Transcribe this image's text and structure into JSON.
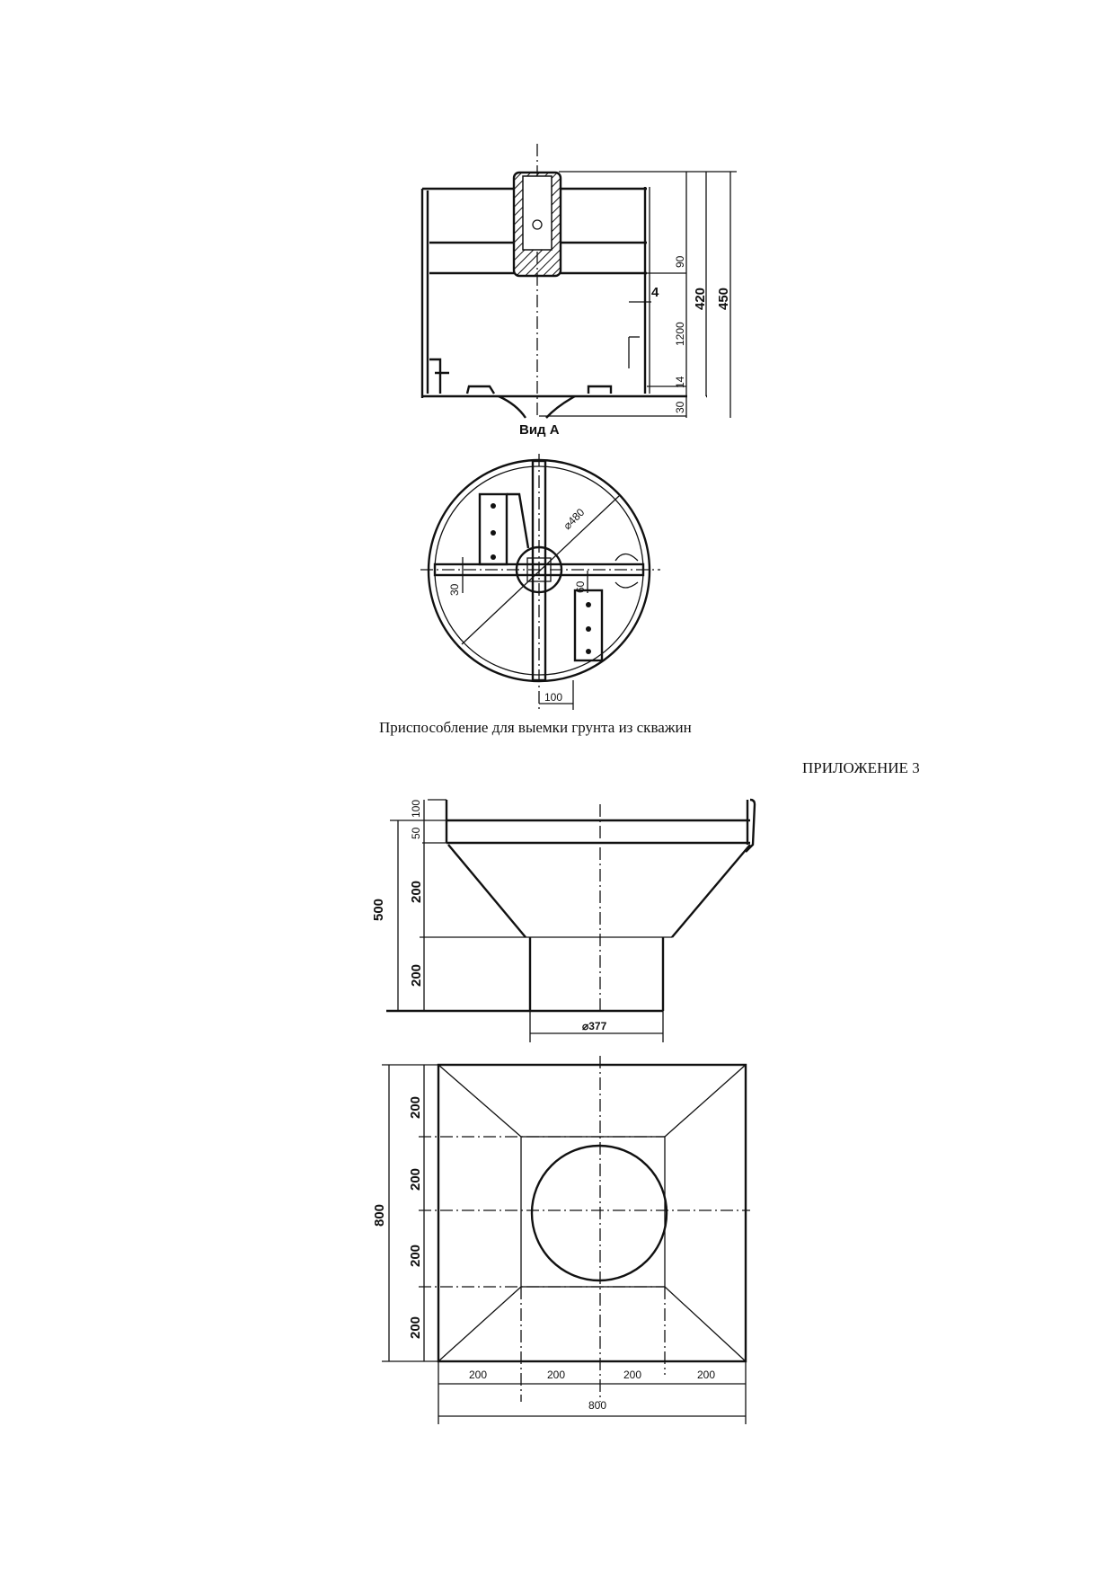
{
  "figure1": {
    "view_label": "Вид А",
    "dims_side": {
      "d90": "90",
      "d4": "4",
      "d1200": "1200",
      "d14": "14",
      "d30": "30",
      "d420": "420",
      "d450": "450"
    },
    "dims_plan": {
      "dia480": "⌀480",
      "d30": "30",
      "d60": "60",
      "d100": "100"
    },
    "caption": "Приспособление для выемки грунта из скважин"
  },
  "appendix_label": "ПРИЛОЖЕНИЕ 3",
  "figure2": {
    "dims_side": {
      "d100": "100",
      "d50": "50",
      "d200a": "200",
      "d200b": "200",
      "d500": "500",
      "dia377": "⌀377"
    },
    "dims_plan": {
      "left": [
        "200",
        "200",
        "200",
        "200"
      ],
      "total_left": "800",
      "bottom": [
        "200",
        "200",
        "200",
        "200"
      ],
      "total_bottom": "800"
    }
  }
}
